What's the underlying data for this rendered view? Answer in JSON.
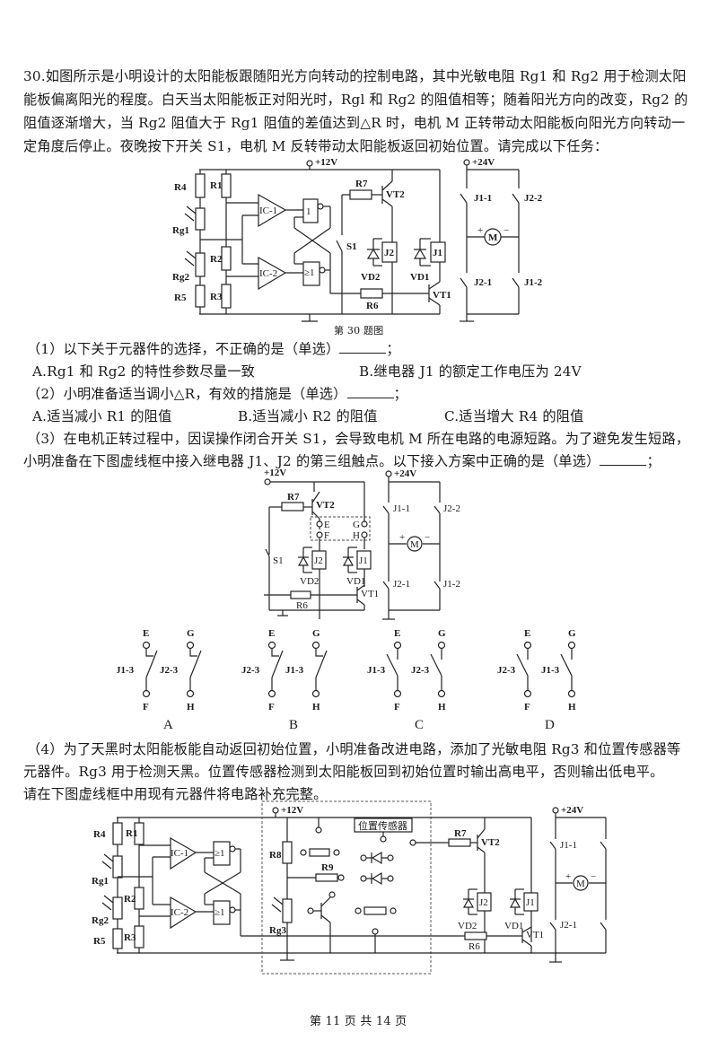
{
  "question": {
    "number": "30.",
    "intro_lines": [
      "如图所示是小明设计的太阳能板跟随阳光方向转动的控制电路，其中光敏电阻 Rg1 和 Rg2 用于检测太阳",
      "能板偏离阳光的程度。白天当太阳能板正对阳光时，Rgl 和 Rg2 的阻值相等；随着阳光方向的改变，Rg2 的",
      "阻值逐渐增大，当 Rg2 阻值大于 Rg1 阻值的差值达到△R 时，电机 M 正转带动太阳能板向阳光方向转动一",
      "定角度后停止。夜晚按下开关 S1，电机 M 反转带动太阳能板返回初始位置。请完成以下任务："
    ],
    "figure_caption": "第 30 题图"
  },
  "sub1": {
    "stem": "（1）以下关于元器件的选择，不正确的是（单选）",
    "suffix": "；",
    "options": [
      "A.Rg1 和 Rg2 的特性参数尽量一致",
      "B.继电器 J1 的额定工作电压为 24V"
    ]
  },
  "sub2": {
    "stem": "（2）小明准备适当调小△R，有效的措施是（单选）",
    "suffix": "；",
    "options": [
      "A.适当减小 R1 的阻值",
      "B.适当减小 R2 的阻值",
      "C.适当增大 R4 的阻值"
    ]
  },
  "sub3": {
    "line1": "（3）在电机正转过程中，因误操作闭合开关 S1，会导致电机 M 所在电路的电源短路。为了避免发生短路，",
    "line2": "小明准备在下图虚线框中接入继电器 J1、J2 的第三组触点。以下接入方案中正确的是（单选）",
    "suffix": "；",
    "choices": [
      {
        "letter": "A",
        "left_switch": "J1-3",
        "right_switch": "J2-3"
      },
      {
        "letter": "B",
        "left_switch": "J2-3",
        "right_switch": "J1-3"
      },
      {
        "letter": "C",
        "left_switch": "J1-3",
        "right_switch": "J2-3"
      },
      {
        "letter": "D",
        "left_switch": "J2-3",
        "right_switch": "J1-3"
      }
    ],
    "terminals": [
      "E",
      "F",
      "G",
      "H"
    ]
  },
  "sub4": {
    "lines": [
      "（4）为了天黑时太阳能板能自动返回初始位置，小明准备改进电路，添加了光敏电阻 Rg3 和位置传感器等",
      "元器件。Rg3 用于检测天黑。位置传感器检测到太阳能板回到初始位置时输出高电平，否则输出低电平。",
      "请在下图虚线框中用现有元器件将电路补充完整。"
    ],
    "sensor_label": "位置传感器"
  },
  "circuit_labels": {
    "v12": "+12V",
    "v24": "+24V",
    "R1": "R1",
    "R2": "R2",
    "R3": "R3",
    "R4": "R4",
    "R5": "R5",
    "R6": "R6",
    "R7": "R7",
    "R8": "R8",
    "R9": "R9",
    "Rg1": "Rg1",
    "Rg2": "Rg2",
    "Rg3": "Rg3",
    "IC1": "IC-1",
    "IC2": "IC-2",
    "gate1": "1",
    "gate2": "≥1",
    "gate_or": "≥1",
    "S1": "S1",
    "VT1": "VT1",
    "VT2": "VT2",
    "VD1": "VD1",
    "VD2": "VD2",
    "J1": "J1",
    "J2": "J2",
    "J1_1": "J1-1",
    "J1_2": "J1-2",
    "J2_1": "J2-1",
    "J2_2": "J2-2",
    "M": "M",
    "plus": "+",
    "minus": "−"
  },
  "footer": "第 11 页 共 14 页"
}
